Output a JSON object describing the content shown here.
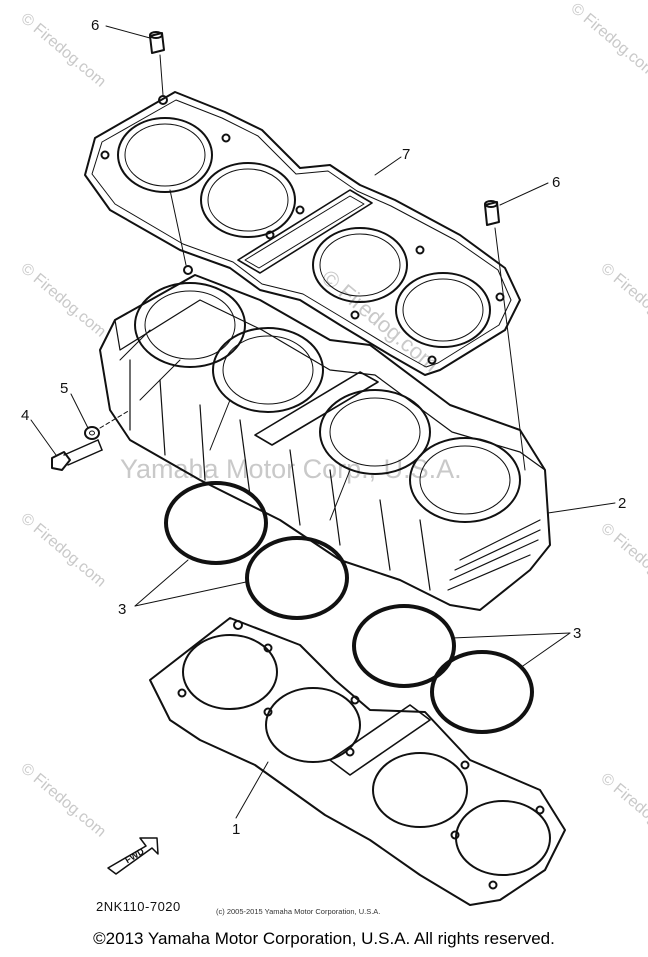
{
  "callouts": {
    "c1": "1",
    "c2": "2",
    "c3_left": "3",
    "c3_right": "3",
    "c4": "4",
    "c5": "5",
    "c6_left": "6",
    "c6_right": "6",
    "c7": "7"
  },
  "fwd_label": "FWD",
  "part_code": "2NK110-7020",
  "inner_copyright": "(c) 2005-2015 Yamaha Motor Corporation, U.S.A.",
  "footer": "©2013 Yamaha Motor Corporation, U.S.A. All rights reserved.",
  "watermarks": {
    "firedog": "© Firedog.com",
    "yamaha": "Yamaha Motor Corp., U.S.A."
  },
  "colors": {
    "line": "#111111",
    "watermark": "#c9c9c9",
    "background": "#ffffff"
  }
}
